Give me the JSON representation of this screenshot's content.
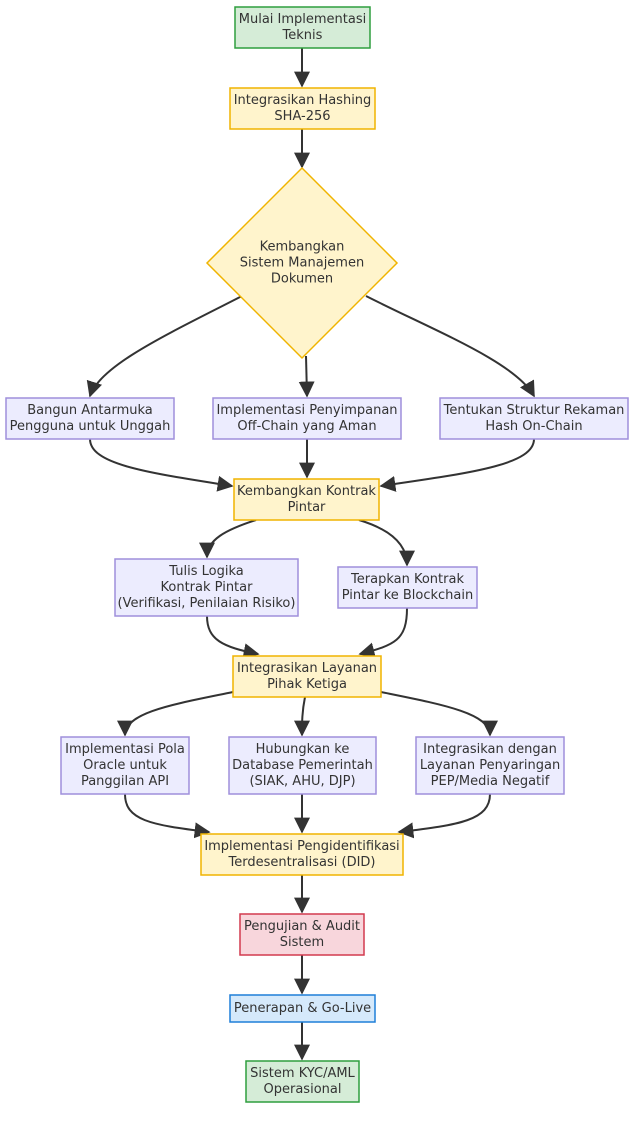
{
  "colors": {
    "green_fill": "#d5ecd7",
    "green_stroke": "#2e9e3e",
    "yellow_fill": "#fff4cc",
    "yellow_stroke": "#f0b400",
    "purple_fill": "#ececfe",
    "purple_stroke": "#9f8fdc",
    "red_fill": "#f8d6dc",
    "red_stroke": "#d23a4f",
    "blue_fill": "#d5e9fb",
    "blue_stroke": "#1e7fd8",
    "edge": "#333333"
  },
  "nodes": {
    "start": [
      "Mulai Implementasi",
      "Teknis"
    ],
    "hashing": [
      "Integrasikan Hashing",
      "SHA-256"
    ],
    "doc_mgmt": [
      "Kembangkan",
      "Sistem Manajemen",
      "Dokumen"
    ],
    "upload_ui": [
      "Bangun Antarmuka",
      "Pengguna untuk Unggah"
    ],
    "offchain": [
      "Implementasi Penyimpanan",
      "Off-Chain yang Aman"
    ],
    "hash_record": [
      "Tentukan Struktur Rekaman",
      "Hash On-Chain"
    ],
    "smart_contract": [
      "Kembangkan Kontrak",
      "Pintar"
    ],
    "contract_logic": [
      "Tulis Logika",
      "Kontrak Pintar",
      "(Verifikasi, Penilaian Risiko)"
    ],
    "deploy_contract": [
      "Terapkan Kontrak",
      "Pintar ke Blockchain"
    ],
    "third_party": [
      "Integrasikan Layanan",
      "Pihak Ketiga"
    ],
    "oracle": [
      "Implementasi Pola",
      "Oracle untuk",
      "Panggilan API"
    ],
    "gov_db": [
      "Hubungkan ke",
      "Database Pemerintah",
      "(SIAK, AHU, DJP)"
    ],
    "pep": [
      "Integrasikan dengan",
      "Layanan Penyaringan",
      "PEP/Media Negatif"
    ],
    "did": [
      "Implementasi Pengidentifikasi",
      "Terdesentralisasi (DID)"
    ],
    "testing": [
      "Pengujian & Audit",
      "Sistem"
    ],
    "golive": [
      "Penerapan & Go-Live"
    ],
    "operational": [
      "Sistem KYC/AML",
      "Operasional"
    ]
  }
}
